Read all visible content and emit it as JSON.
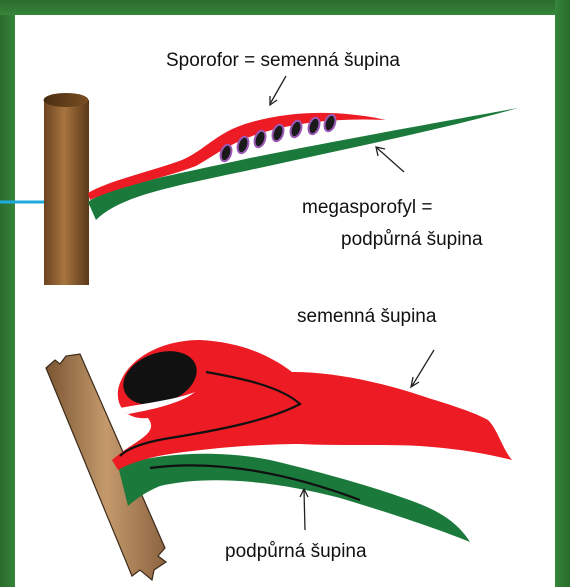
{
  "labels": {
    "sporofor": "Sporofor = semenná šupina",
    "megasporofyl_line1": "megasporofyl =",
    "megasporofyl_line2": "podpůrná šupina",
    "semenna": "semenná šupina",
    "podpurna": "podpůrná šupina"
  },
  "colors": {
    "frame": "#2e7d32",
    "trunk": "#8b5a2b",
    "seed_scale": "#ed1c24",
    "bract_scale": "#1b7a3b",
    "ovule": "#1a1a1a",
    "ovule_rim": "#9b59b6",
    "pointer_line": "#1eaadf"
  },
  "ovule_count": 7
}
